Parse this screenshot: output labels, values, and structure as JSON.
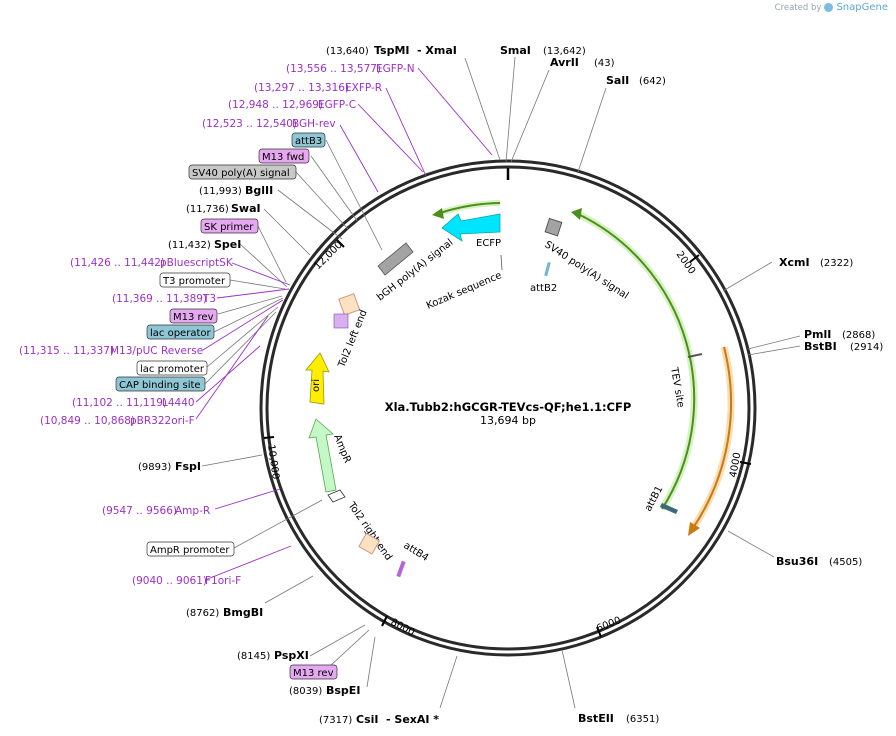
{
  "brand": {
    "created_by": "Created by",
    "app": "SnapGene"
  },
  "plasmid": {
    "name": "Xla.Tubb2:hGCGR-TEVcs-QF;he1.1:CFP",
    "size": "13,694 bp"
  },
  "ticks": [
    "2000",
    "4000",
    "6000",
    "8000",
    "10,000",
    "12,000"
  ],
  "enzymes": [
    {
      "name": "TspMI",
      "pos": "(13,640)",
      "extra": "- XmaI"
    },
    {
      "name": "SmaI",
      "pos": "(13,642)"
    },
    {
      "name": "AvrII",
      "pos": "(43)"
    },
    {
      "name": "SalI",
      "pos": "(642)"
    },
    {
      "name": "XcmI",
      "pos": "(2322)"
    },
    {
      "name": "PmlI",
      "pos": "(2868)"
    },
    {
      "name": "BstBI",
      "pos": "(2914)"
    },
    {
      "name": "Bsu36I",
      "pos": "(4505)"
    },
    {
      "name": "BstEII",
      "pos": "(6351)"
    },
    {
      "name": "CsiI",
      "pos": "(7317)",
      "extra": "- SexAI *"
    },
    {
      "name": "BspEI",
      "pos": "(8039)"
    },
    {
      "name": "PspXI",
      "pos": "(8145)"
    },
    {
      "name": "BmgBI",
      "pos": "(8762)"
    },
    {
      "name": "FspI",
      "pos": "(9893)"
    },
    {
      "name": "SpeI",
      "pos": "(11,432)"
    },
    {
      "name": "SwaI",
      "pos": "(11,736)"
    },
    {
      "name": "BglII",
      "pos": "(11,993)"
    }
  ],
  "primers": [
    {
      "name": "EGFP-N",
      "range": "(13,556 .. 13,577)"
    },
    {
      "name": "EXFP-R",
      "range": "(13,297 .. 13,316)"
    },
    {
      "name": "EGFP-C",
      "range": "(12,948 .. 12,969)"
    },
    {
      "name": "BGH-rev",
      "range": "(12,523 .. 12,540)"
    },
    {
      "name": "pBluescriptSK",
      "range": "(11,426 .. 11,442)"
    },
    {
      "name": "T3",
      "range": "(11,369 .. 11,389)"
    },
    {
      "name": "M13/pUC Reverse",
      "range": "(11,315 .. 11,337)"
    },
    {
      "name": "L4440",
      "range": "(11,102 .. 11,119)"
    },
    {
      "name": "pBR322ori-F",
      "range": "(10,849 .. 10,868)"
    },
    {
      "name": "Amp-R",
      "range": "(9547 .. 9566)"
    },
    {
      "name": "F1ori-F",
      "range": "(9040 .. 9061)"
    }
  ],
  "boxed_labels": [
    {
      "text": "attB3",
      "fill": "#8ec6d6"
    },
    {
      "text": "M13 fwd",
      "fill": "#e6a8f0"
    },
    {
      "text": "SV40 poly(A) signal",
      "fill": "#c8c8c8"
    },
    {
      "text": "SK primer",
      "fill": "#e6a8f0"
    },
    {
      "text": "T3 promoter",
      "fill": "#ffffff"
    },
    {
      "text": "M13 rev",
      "fill": "#e6a8f0"
    },
    {
      "text": "lac operator",
      "fill": "#8ec6d6"
    },
    {
      "text": "lac promoter",
      "fill": "#ffffff"
    },
    {
      "text": "CAP binding site",
      "fill": "#8ec6d6"
    },
    {
      "text": "AmpR promoter",
      "fill": "#ffffff"
    },
    {
      "text": "M13 rev",
      "fill": "#e6a8f0"
    }
  ],
  "inner_features": {
    "ecfp": "ECFP",
    "kozak": "Kozak sequence",
    "sv40": "SV40 poly(A) signal",
    "attb2": "attB2",
    "bgh": "bGH poly(A) signal",
    "tol2_left": "Tol2 left end",
    "ori": "ori",
    "ampr": "AmpR",
    "tol2_right": "Tol2 right end",
    "attb4": "attB4",
    "tev": "TEV site",
    "attb1": "attB1"
  },
  "colors": {
    "primer": "#9b30c8",
    "green_arrow": "#8fd45a",
    "orange_arrow": "#f5a623",
    "ecfp": "#00e5ff",
    "ori": "#ffee00",
    "ampr": "#c6f7c6"
  }
}
